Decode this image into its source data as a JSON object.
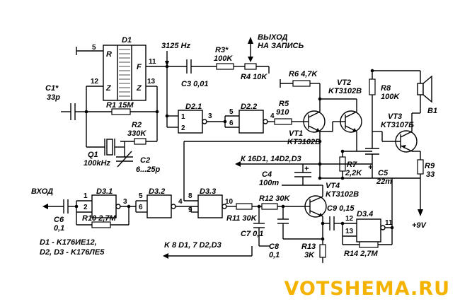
{
  "labels": {
    "d1": "D1",
    "d21": "D2.1",
    "d22": "D2.2",
    "d31": "D3.1",
    "d32": "D3.2",
    "d33": "D3.3",
    "d34": "D3.4",
    "freq": "3125 Hz",
    "output": [
      "ВЫХОД",
      "НА ЗАПИСЬ"
    ],
    "input": "ВХОД",
    "r3": [
      "R3*",
      "100K"
    ],
    "c3": "C3 0,01",
    "r4": "R4 10K",
    "r6": "R6 4,7K",
    "vt2": [
      "VT2",
      "KT3102B"
    ],
    "r8": [
      "R8",
      "100K"
    ],
    "b1": "B1",
    "vt3": [
      "VT3",
      "KT3107Б"
    ],
    "r9": [
      "R9",
      "33"
    ],
    "r5": [
      "R5",
      "910"
    ],
    "vt1": [
      "VT1",
      "KT3102B"
    ],
    "r7": [
      "R7",
      "2,2K"
    ],
    "c5": [
      "C5",
      "22m"
    ],
    "k16": "К 16D1, 14D2,D3",
    "c4": [
      "C4",
      "100m"
    ],
    "vt4": [
      "VT4",
      "KT3102B"
    ],
    "c1": [
      "C1*",
      "33p"
    ],
    "r1": "R1 15M",
    "r2": [
      "R2",
      "330K"
    ],
    "q1": [
      "Q1",
      "100kHz"
    ],
    "c2": [
      "C2",
      "6...25p"
    ],
    "c6": [
      "C6",
      "0,1"
    ],
    "r10": "R10 2,7M",
    "r11": "R11 30K",
    "r12": "R12 30K",
    "c9": "C9 0,15",
    "c7": "C7 0,1",
    "c8": [
      "C8",
      "0,1"
    ],
    "r13": [
      "R13",
      "3K"
    ],
    "r14": "R14 2,7M",
    "plus9": "+9V",
    "k8": "K 8 D1, 7 D2,D3",
    "ics": [
      "D1 - K176ИЕ12,",
      "D2, D3 - K176ЛЕ5"
    ],
    "d1_pins": {
      "r": "R",
      "f": "F",
      "z1": "Z",
      "z2": "Z"
    },
    "plus_sign": "+"
  },
  "watermark": "VOTSHEMA.RU"
}
